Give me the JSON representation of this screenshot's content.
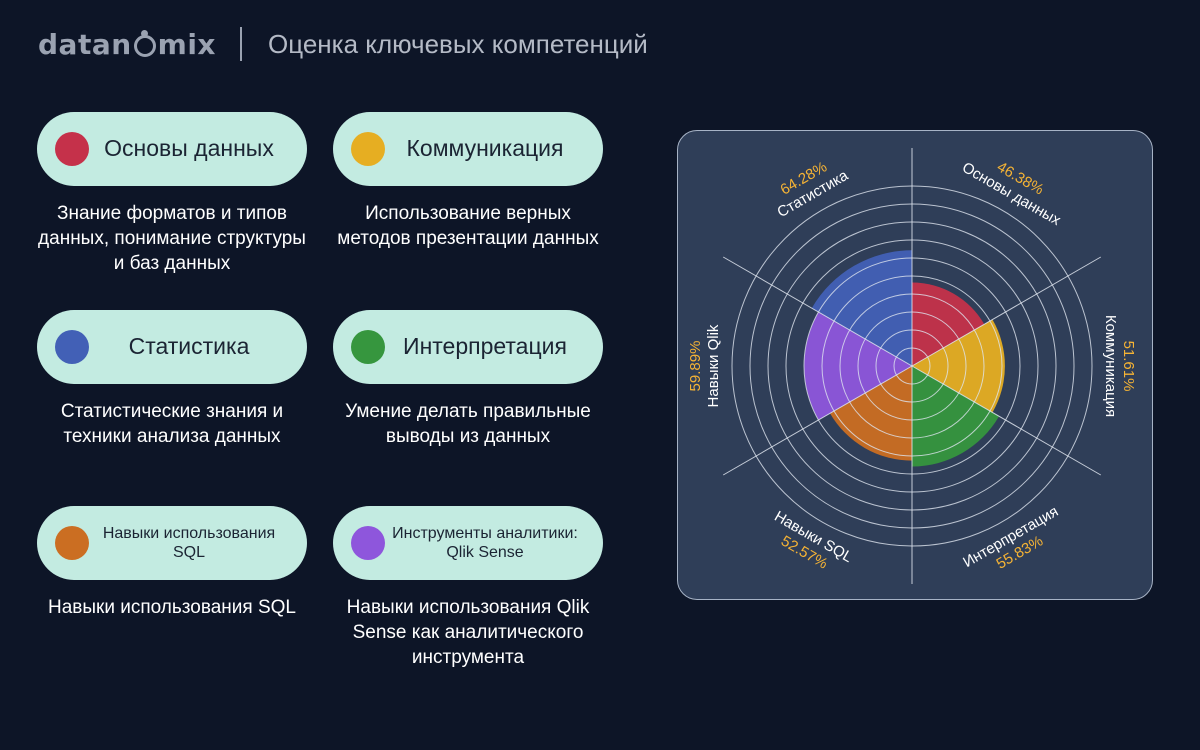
{
  "header": {
    "logo": "datanomix",
    "title": "Оценка ключевых компетенций"
  },
  "colors": {
    "background": "#0d1527",
    "pill": "#c3ebe1",
    "panel": "#2f3e58",
    "percent": "#f5b335"
  },
  "cards": [
    {
      "label": "Основы данных",
      "color": "#c5314a",
      "description": "Знание форматов и типов данных, понимание структуры и баз данных"
    },
    {
      "label": "Коммуникация",
      "color": "#e6ae22",
      "description": "Использование верных методов презентации данных"
    },
    {
      "label": "Статистика",
      "color": "#4260b6",
      "description": "Статистические знания и техники анализа данных"
    },
    {
      "label": "Интерпретация",
      "color": "#36963e",
      "description": "Умение делать правильные выводы из данных"
    },
    {
      "label": "Навыки использования SQL",
      "color": "#cb6e22",
      "description": "Навыки использования SQL"
    },
    {
      "label": "Инструменты аналитики: Qlik Sense",
      "color": "#8e56dc",
      "description": "Навыки использования Qlik Sense как аналитического инструмента"
    }
  ],
  "chart_data": {
    "type": "polar-area",
    "categories": [
      "Основы данных",
      "Коммуникация",
      "Интерпретация",
      "Навыки SQL",
      "Навыки Qlik",
      "Статистика"
    ],
    "values": [
      46.38,
      51.61,
      55.83,
      52.57,
      59.89,
      64.28
    ],
    "value_labels": [
      "46.38%",
      "51.61%",
      "55.83%",
      "52.57%",
      "59.89%",
      "64.28%"
    ],
    "colors": [
      "#c5314a",
      "#e6ae22",
      "#36963e",
      "#cb6e22",
      "#8e56dc",
      "#4260b6"
    ],
    "rmax": 100,
    "rings": 10,
    "grid": true
  }
}
